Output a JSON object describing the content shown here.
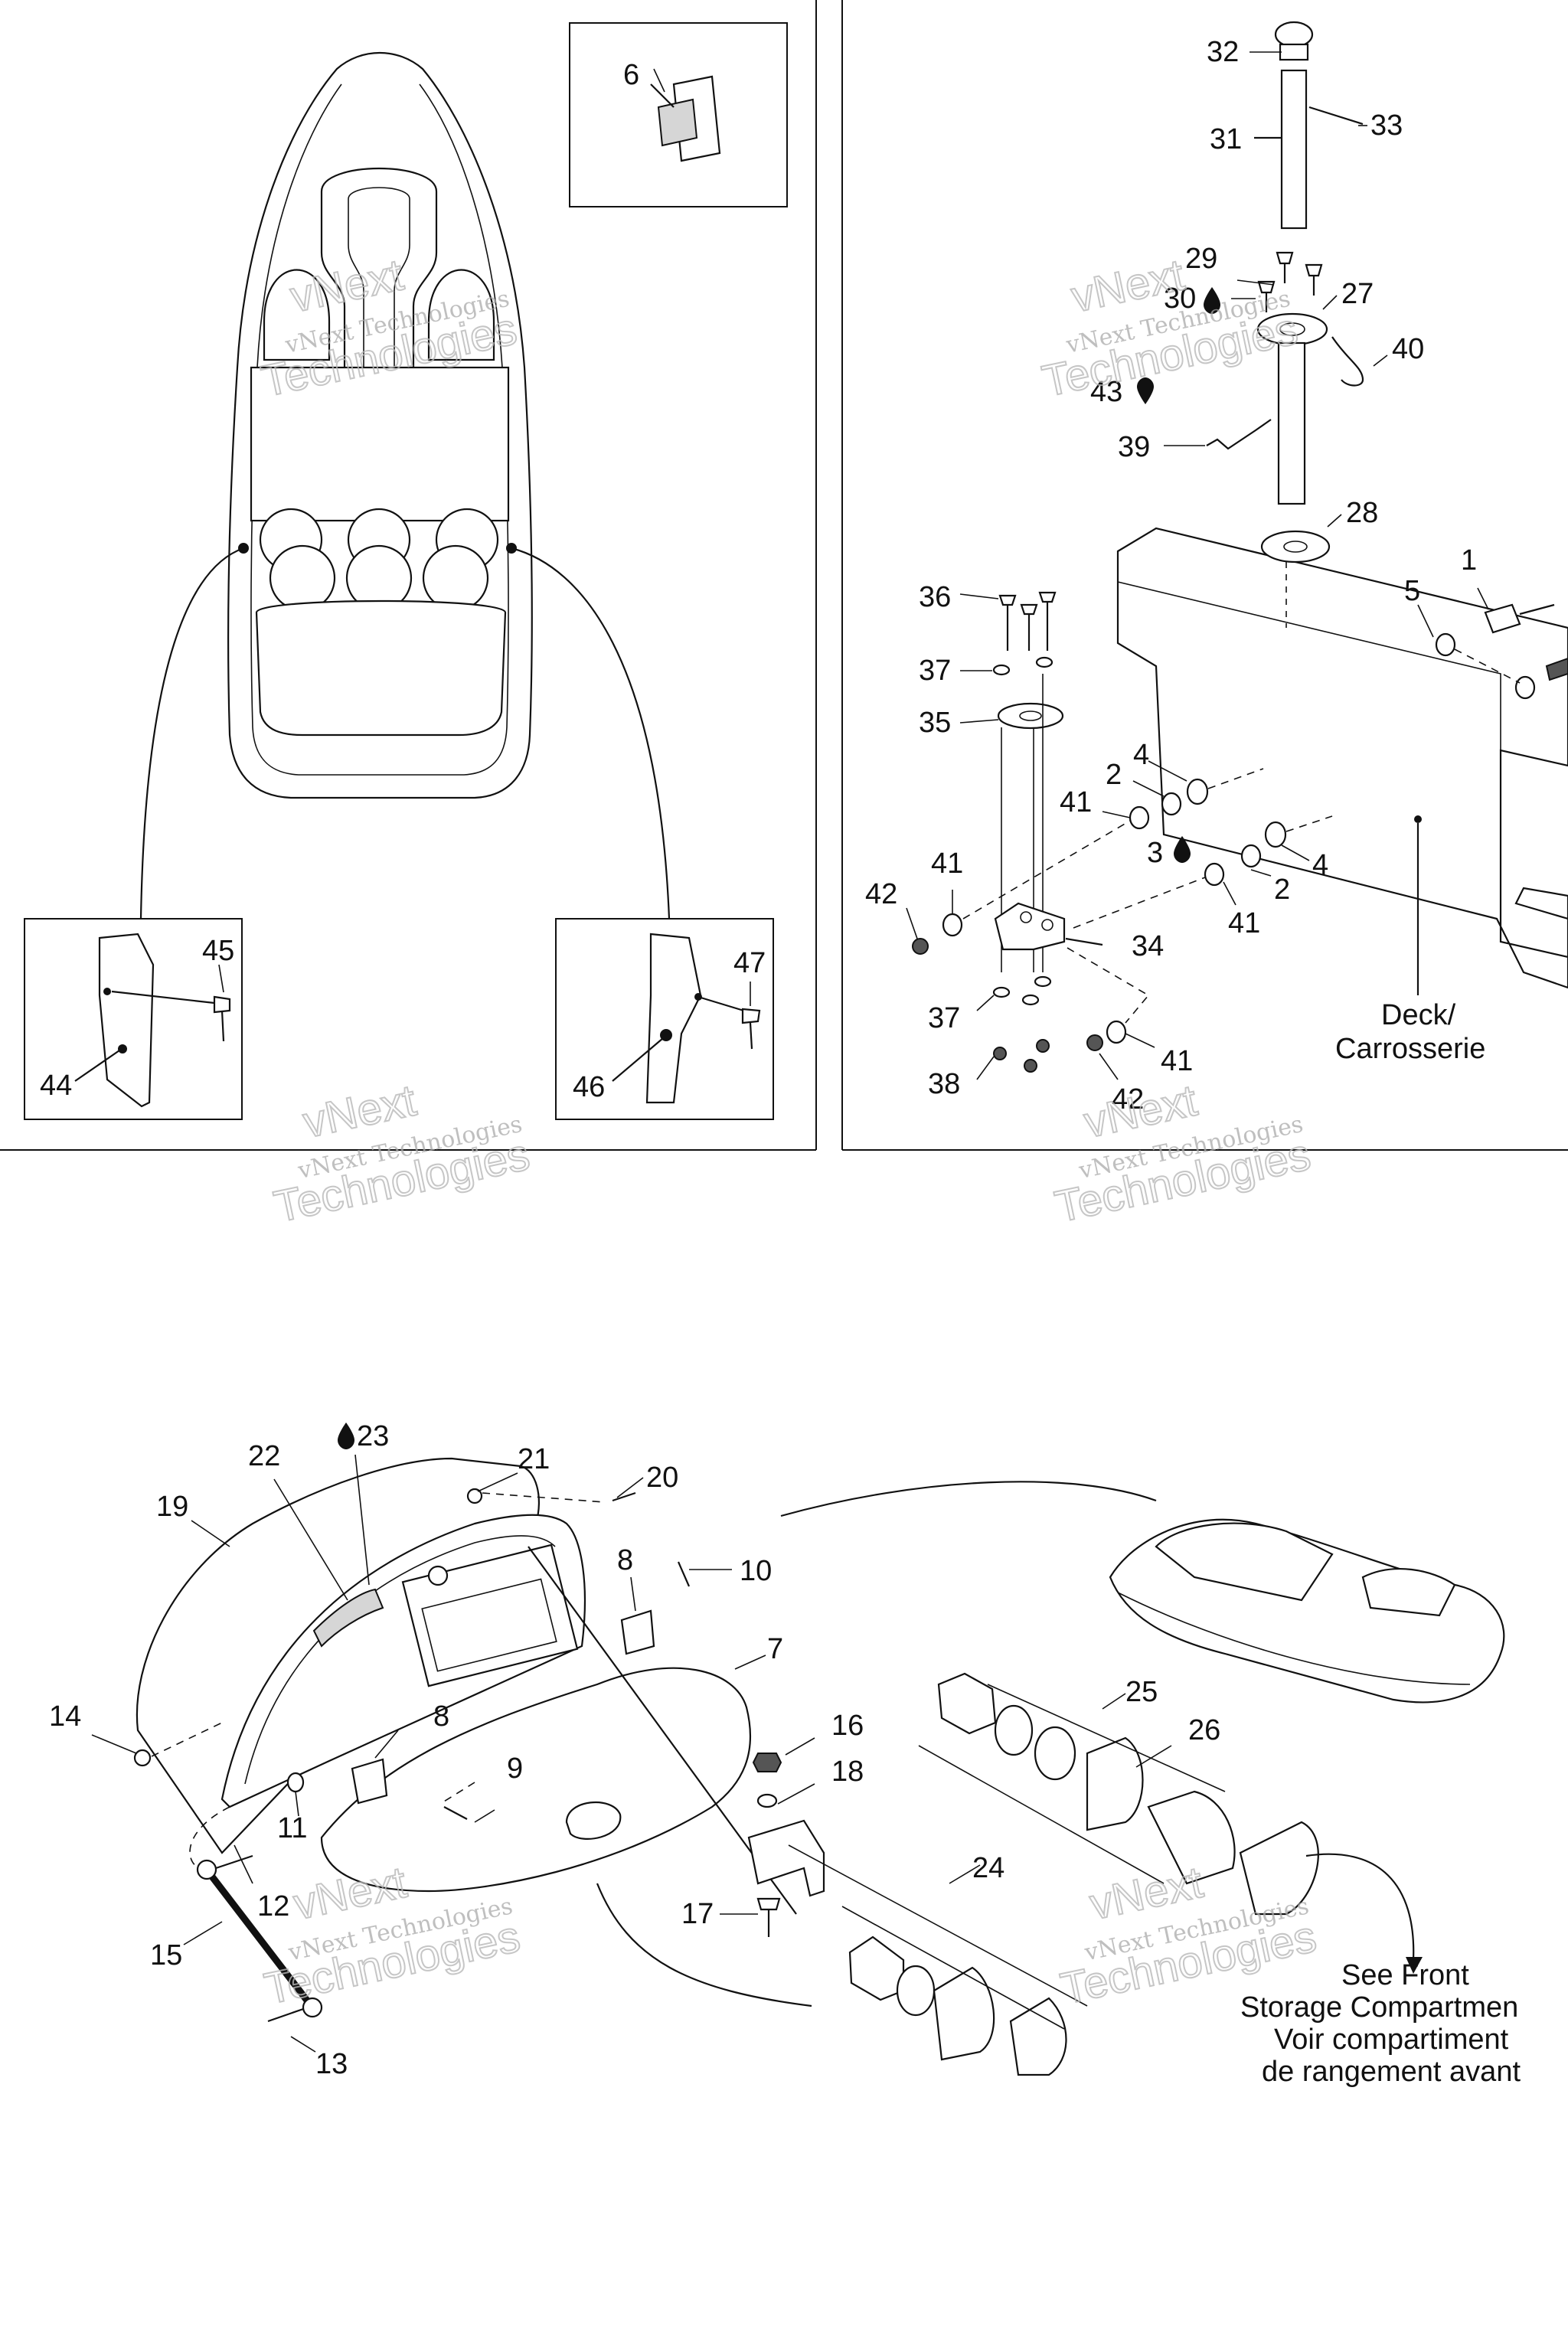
{
  "labels": {
    "l1": "1",
    "l2a": "2",
    "l2b": "2",
    "l3a": "3",
    "l4a": "4",
    "l4b": "4",
    "l5": "5",
    "l6": "6",
    "l7": "7",
    "l8a": "8",
    "l8b": "8",
    "l9": "9",
    "l10": "10",
    "l11": "11",
    "l12": "12",
    "l13": "13",
    "l14": "14",
    "l15": "15",
    "l16": "16",
    "l17": "17",
    "l18": "18",
    "l19": "19",
    "l20": "20",
    "l21": "21",
    "l22": "22",
    "l23": "23",
    "l24": "24",
    "l25": "25",
    "l26": "26",
    "l27": "27",
    "l28": "28",
    "l29": "29",
    "l30": "30",
    "l31": "31",
    "l32": "32",
    "l33": "33",
    "l34": "34",
    "l35": "35",
    "l36": "36",
    "l37a": "37",
    "l37b": "37",
    "l38": "38",
    "l39": "39",
    "l40": "40",
    "l41a": "41",
    "l41b": "41",
    "l41c": "41",
    "l41d": "41",
    "l42a": "42",
    "l42b": "42",
    "l43": "43",
    "l44": "44",
    "l45": "45",
    "l46": "46",
    "l47": "47"
  },
  "deck_note": {
    "line1": "Deck/",
    "line2": "Carrosserie"
  },
  "see_front_note": {
    "line1": "See Front",
    "line2": "Storage Compartmen",
    "line3": "Voir compartiment",
    "line4": "de rangement avant"
  },
  "watermark": {
    "line1": "vNext Technologies",
    "line2": "Technologies",
    "small": "vNext"
  }
}
